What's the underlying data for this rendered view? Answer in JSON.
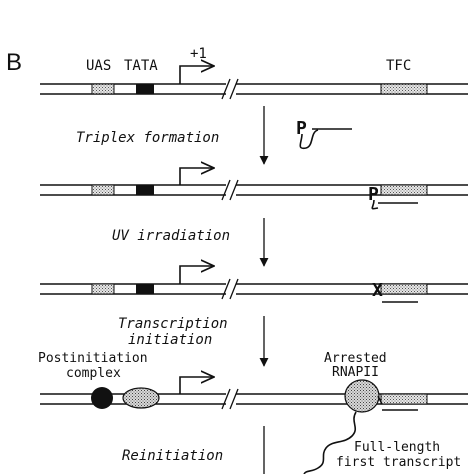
{
  "panel_label": "B",
  "labels": {
    "uas": "UAS",
    "tata": "TATA",
    "tss": "+1",
    "tfc": "TFC",
    "p_marker": "P",
    "x_marker": "X",
    "postinitiation": "Postinitiation",
    "complex": "complex",
    "arrested": "Arrested",
    "rnapii": "RNAPII",
    "full_length": "Full-length",
    "first_transcript": "first transcript"
  },
  "steps": {
    "triplex": "Triplex formation",
    "uv": "UV irradiation",
    "transcription_1": "Transcription",
    "transcription_2": "initiation",
    "reinitiation": "Reinitiation"
  },
  "colors": {
    "ink": "#111111",
    "hatch": "#9a9a9a",
    "box_fill": "#d6d6d6",
    "tata_fill": "#111111",
    "complex_fill": "#cfcfcf"
  }
}
